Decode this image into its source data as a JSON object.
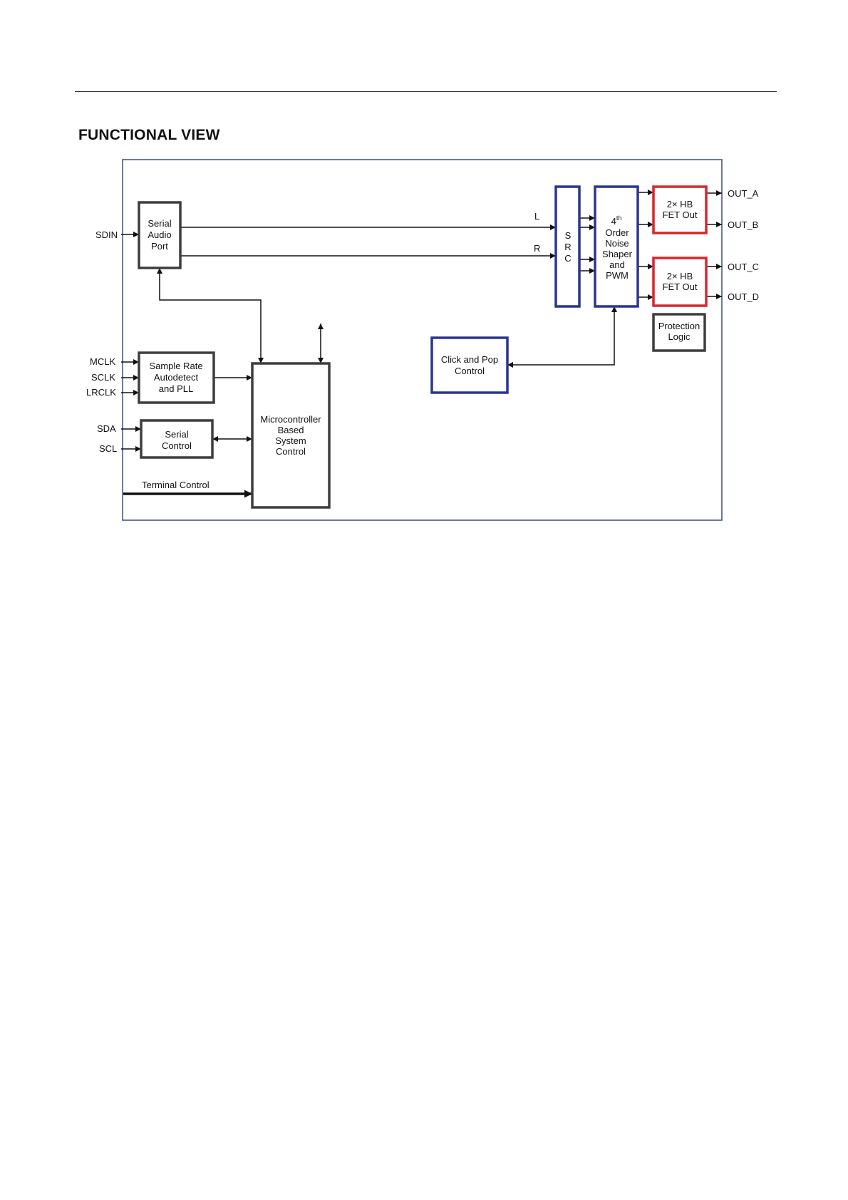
{
  "page": {
    "section_title": "FUNCTIONAL VIEW"
  },
  "colors": {
    "frame": "#3b4a8c",
    "gray_block": "#3d3d3d",
    "blue_block": "#2a3590",
    "red_block": "#d8262f",
    "wire": "#111111"
  },
  "diagram": {
    "blocks": {
      "serial_audio_port": [
        "Serial",
        "Audio",
        "Port"
      ],
      "sample_rate": [
        "Sample Rate",
        "Autodetect",
        "and PLL"
      ],
      "serial_control": [
        "Serial",
        "Control"
      ],
      "microcontroller": [
        "Microcontroller",
        "Based",
        "System",
        "Control"
      ],
      "click_pop": [
        "Click and Pop",
        "Control"
      ],
      "src": [
        "S",
        "R",
        "C"
      ],
      "noise_shaper": {
        "order_number": "4",
        "order_sup": "th",
        "lines": [
          "Order",
          "Noise",
          "Shaper",
          "and",
          "PWM"
        ]
      },
      "fet_out_1": [
        "2× HB",
        "FET Out"
      ],
      "fet_out_2": [
        "2× HB",
        "FET Out"
      ],
      "protection": [
        "Protection",
        "Logic"
      ]
    },
    "signals": {
      "sdin": "SDIN",
      "mclk": "MCLK",
      "sclk": "SCLK",
      "lrclk": "LRCLK",
      "sda": "SDA",
      "scl": "SCL",
      "terminal_control": "Terminal Control",
      "left": "L",
      "right": "R",
      "out_a": "OUT_A",
      "out_b": "OUT_B",
      "out_c": "OUT_C",
      "out_d": "OUT_D"
    }
  }
}
